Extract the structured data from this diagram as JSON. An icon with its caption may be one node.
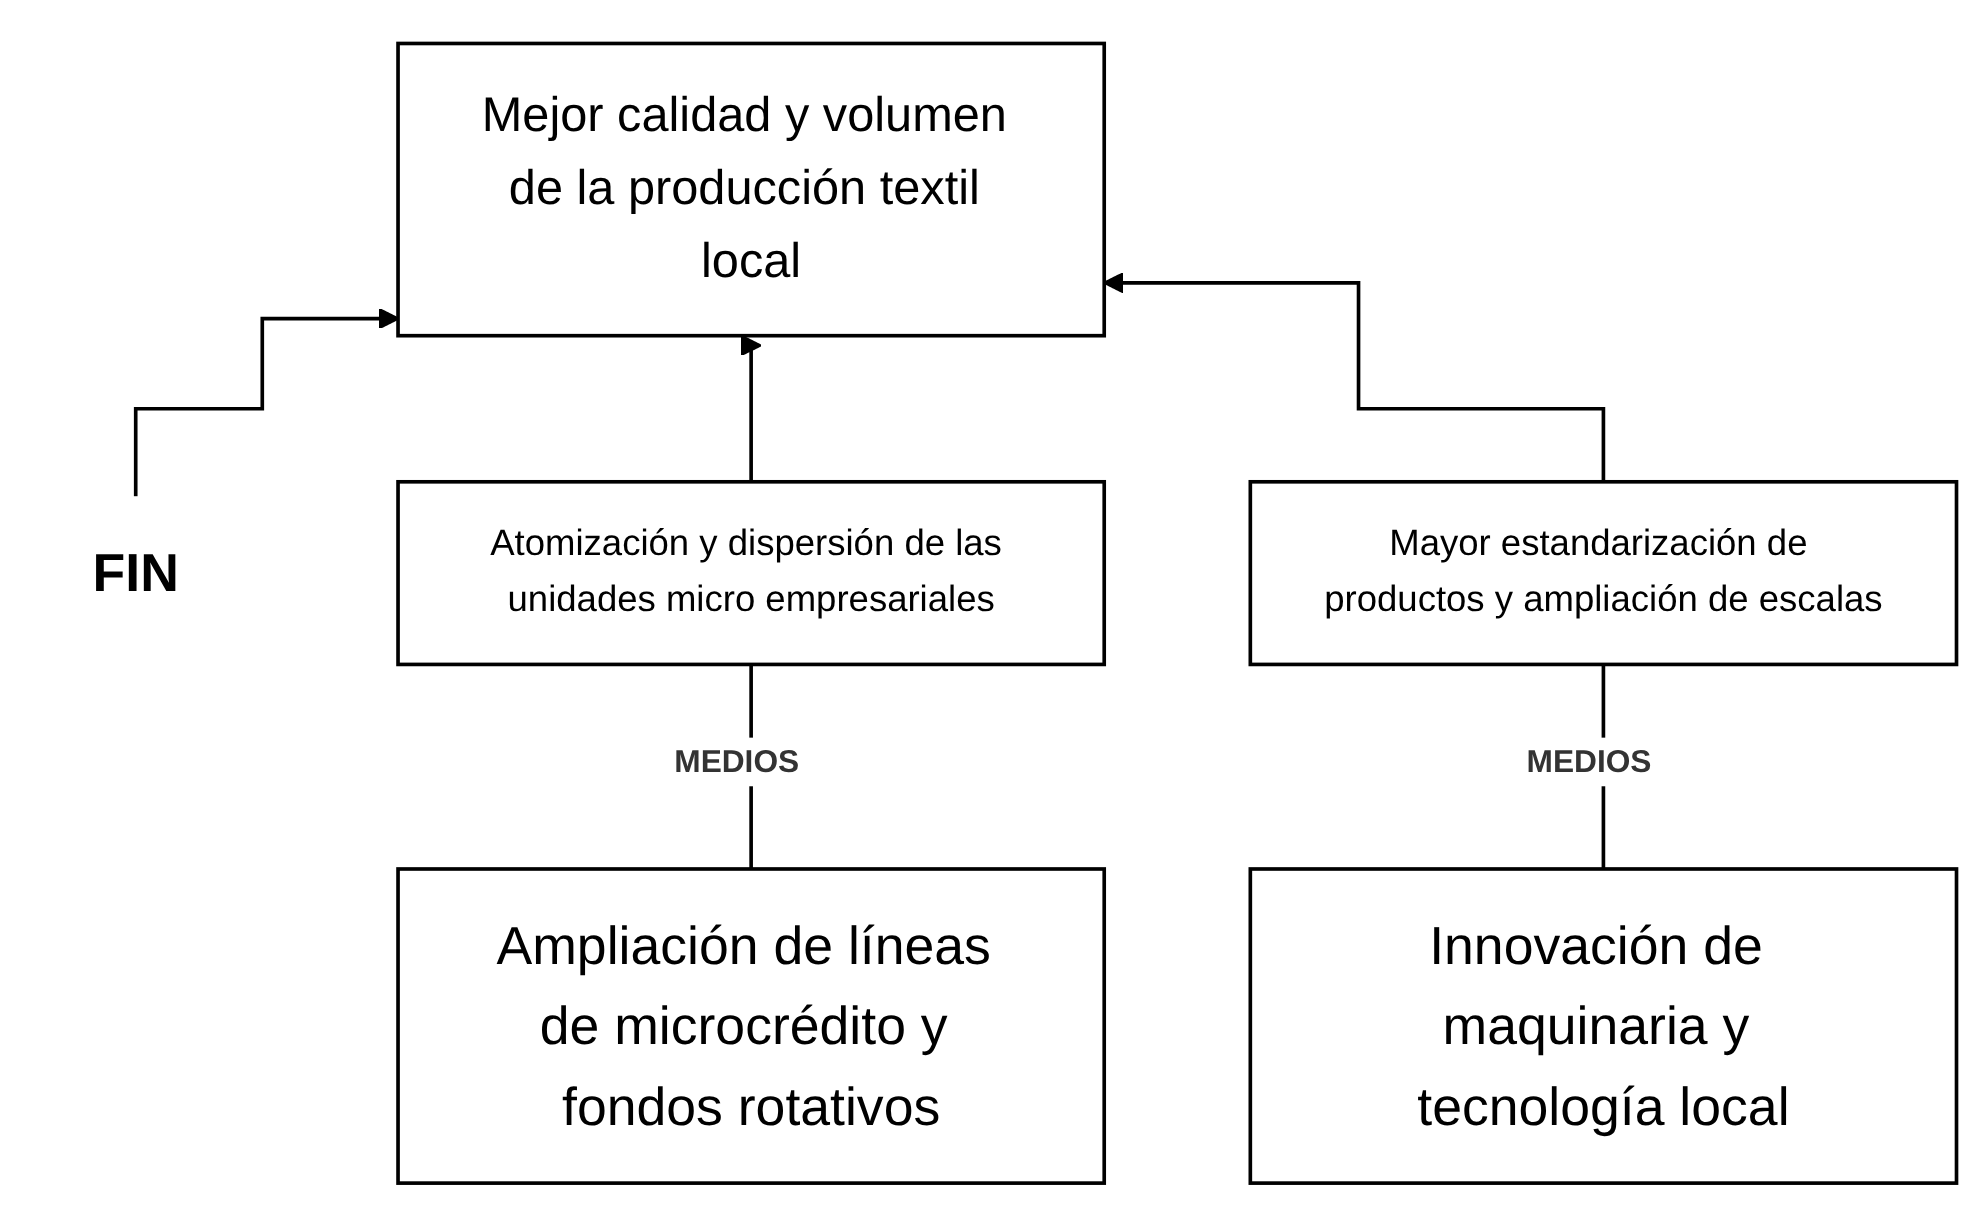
{
  "diagram": {
    "nodes": [
      {
        "text": [
          "FIN"
        ]
      },
      {
        "text": [
          "Mejor calidad y volumen de la producción textil local"
        ]
      },
      {
        "text": [
          "Atomización y dispersión de las unidades micro empresariales"
        ]
      },
      {
        "text": [
          "Mayor estandarización de productos y ampliación de escalas"
        ]
      },
      {
        "text": [
          "Ampliación de líneas de microcrédito y fondos rotativos"
        ]
      },
      {
        "text": [
          "Innovación de maquinaria y tecnología local"
        ]
      }
    ],
    "edges": [
      {
        "from": 0,
        "to": 1,
        "arrow": "to"
      },
      {
        "from": 2,
        "to": 1,
        "arrow": "to"
      },
      {
        "from": 3,
        "to": 1,
        "arrow": "to"
      },
      {
        "from": 4,
        "to": 2,
        "arrow": "none",
        "label": "MEDIOS"
      },
      {
        "from": 5,
        "to": 3,
        "arrow": "none",
        "label": "MEDIOS"
      }
    ]
  }
}
